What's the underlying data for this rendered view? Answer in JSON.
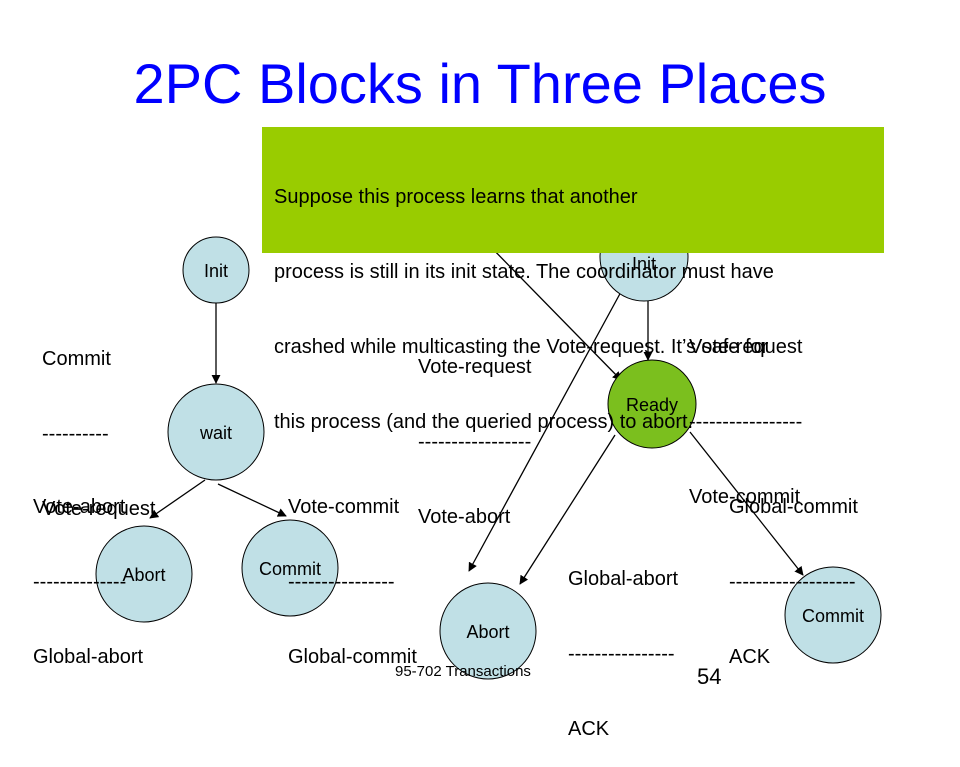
{
  "slide": {
    "title": "2PC Blocks in Three Places",
    "footer": "95-702 Transactions",
    "page_number": "54"
  },
  "colors": {
    "title": "#0000ff",
    "node_fill": "#c0e0e6",
    "ready_fill": "#7bbf1e",
    "callout_bg": "#99cc00"
  },
  "left_fsm": {
    "nodes": {
      "init": "Init",
      "wait": "wait",
      "abort": "Abort",
      "commit": "Commit"
    },
    "edges": {
      "init_wait": [
        "Commit",
        "----------",
        "Vote-request"
      ],
      "wait_abort": [
        "Vote-abort",
        "--------------",
        "Global-abort"
      ],
      "wait_commit": [
        "Vote-commit",
        "----------------",
        "Global-commit"
      ]
    }
  },
  "right_fsm": {
    "nodes": {
      "init": "Init",
      "ready": "Ready",
      "abort": "Abort",
      "commit": "Commit"
    },
    "edges": {
      "vote_request_abort": [
        "Vote-request",
        "-----------------",
        "Vote-abort"
      ],
      "vote_request_commit": [
        "Vote-request",
        "-----------------",
        "Vote-commit"
      ],
      "global_abort": [
        "Global-abort",
        "----------------",
        "ACK"
      ],
      "global_commit": [
        "Global-commit",
        "-------------------",
        "ACK"
      ]
    }
  },
  "callout": {
    "lines": [
      "Suppose this process learns that another",
      "process is still in its init state. The coordinator must have",
      "crashed while multicasting the Vote-request. It’s safe for",
      "this process (and the queried process) to abort."
    ]
  }
}
